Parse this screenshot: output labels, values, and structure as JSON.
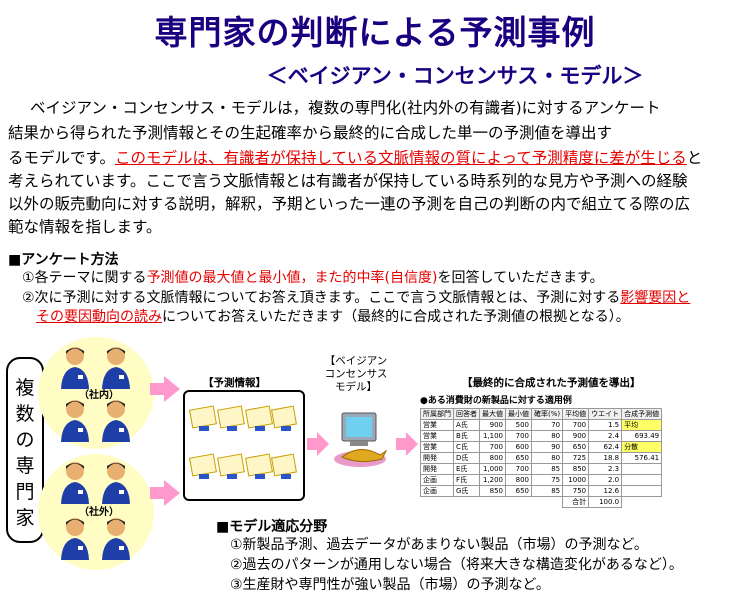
{
  "title": "専門家の判断による予測事例",
  "subtitle": "＜ベイジアン・コンセンサス・モデル＞",
  "intro": {
    "l1": "ベイジアン・コンセンサス・モデルは，複数の専門化(社内外の有識者)に対するアンケート",
    "l2": "結果から得られた予測情報とその生起確率から最終的に合成した単一の予測値を導出す",
    "l3a": "るモデルです。",
    "l3b": "このモデルは、有識者が保持している文脈情報の質によって予測精度に差が生じる",
    "l3c": "と",
    "l4": "考えられています。ここで言う文脈情報とは有識者が保持している時系列的な見方や予測への経験",
    "l5": "以外の販売動向に対する説明，解釈，予期といった一連の予測を自己の判断の内で組立てる際の広",
    "l6": "範な情報を指します。"
  },
  "survey": {
    "heading": "■アンケート方法",
    "i1a": "①各テーマに関する",
    "i1b": "予測値の最大値と最小値，また的中率(自信度)",
    "i1c": "を回答していただきます。",
    "i2a": "②次に予測に対する文脈情報についてお答え頂きます。ここで言う文脈情報とは、予測に対する",
    "i2b": "影響要因と",
    "i2c": "その要因動向の読み",
    "i2d": "についてお答えいただきます（最終的に合成された予測値の根拠となる）。"
  },
  "diagram": {
    "experts_label": [
      "複",
      "数",
      "の",
      "専",
      "門",
      "家"
    ],
    "internal_label": "（社内）",
    "external_label": "（社外）",
    "forecast_label": "【予測情報】",
    "model_label_1": "【ベイジアン",
    "model_label_2": "コンセンサス",
    "model_label_3": "モデル】",
    "result_label": "【最終的に合成された予測値を導出】",
    "example_label": "●ある消費財の新製品に対する適用例"
  },
  "table": {
    "headers": [
      "所属部門",
      "回答者",
      "最大値",
      "最小値",
      "確率(%)",
      "平均値",
      "ウエイト",
      "合成予測値"
    ],
    "rows": [
      [
        "営業",
        "A氏",
        "900",
        "500",
        "70",
        "700",
        "1.5",
        "平均"
      ],
      [
        "営業",
        "B氏",
        "1,100",
        "700",
        "80",
        "900",
        "2.4",
        "693.49"
      ],
      [
        "営業",
        "C氏",
        "700",
        "600",
        "90",
        "650",
        "62.4",
        "分散"
      ],
      [
        "開発",
        "D氏",
        "800",
        "650",
        "80",
        "725",
        "18.8",
        "576.41"
      ],
      [
        "開発",
        "E氏",
        "1,000",
        "700",
        "85",
        "850",
        "2.3",
        ""
      ],
      [
        "企画",
        "F氏",
        "1,200",
        "800",
        "75",
        "1000",
        "2.0",
        ""
      ],
      [
        "企画",
        "G氏",
        "850",
        "650",
        "85",
        "750",
        "12.6",
        ""
      ]
    ],
    "total_label": "合計",
    "total_value": "100.0"
  },
  "scope": {
    "heading": "■モデル適応分野",
    "i1": "①新製品予測、過去データがあまりない製品（市場）の予測など。",
    "i2": "②過去のパターンが通用しない場合（将来大きな構造変化があるなど）。",
    "i3": "③生産財や専門性が強い製品（市場）の予測など。"
  },
  "colors": {
    "title": "#1a0080",
    "accent_red": "#e60000",
    "blob": "#fffcc4",
    "arrow": "#ff99cc"
  }
}
